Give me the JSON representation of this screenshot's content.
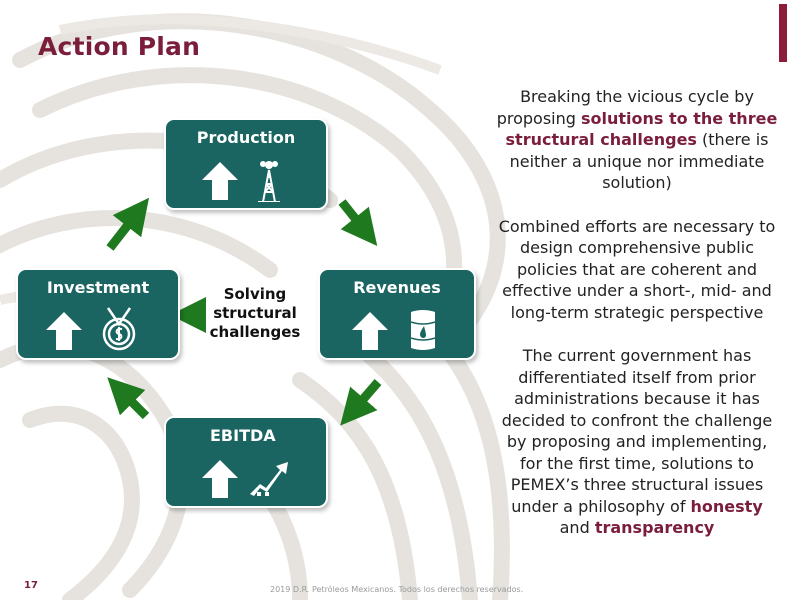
{
  "title": "Action Plan",
  "diagram": {
    "center_label": [
      "Solving",
      "structural",
      "challenges"
    ],
    "cards": {
      "production": "Production",
      "revenues": "Revenues",
      "ebitda": "EBITDA",
      "investment": "Investment"
    }
  },
  "paragraphs": {
    "p1": {
      "before": "Breaking the vicious cycle by proposing ",
      "highlight": "solutions to the three structural challenges",
      "after": " (there is neither a unique nor immediate solution)"
    },
    "p2": "Combined efforts are necessary to design comprehensive public policies that are coherent and effective under a short-, mid- and long-term strategic perspective",
    "p3": {
      "before": "The current government has differentiated itself from prior administrations because it has decided to confront the challenge by proposing and implementing, for the first time, solutions to PEMEX’s three structural issues under a philosophy of ",
      "h1": "honesty",
      "mid": " and ",
      "h2": "transparency"
    }
  },
  "footer": {
    "page_number": "17",
    "copyright": "2019 D.R. Petróleos Mexicanos. Todos los derechos reservados."
  },
  "colors": {
    "card": "#1a6561",
    "arrow": "#1f7a1f",
    "accent": "#7b1e3c"
  },
  "icons": [
    "up-arrow-icon",
    "oil-derrick-icon",
    "oil-barrel-icon",
    "growth-chart-icon",
    "money-medal-icon"
  ]
}
